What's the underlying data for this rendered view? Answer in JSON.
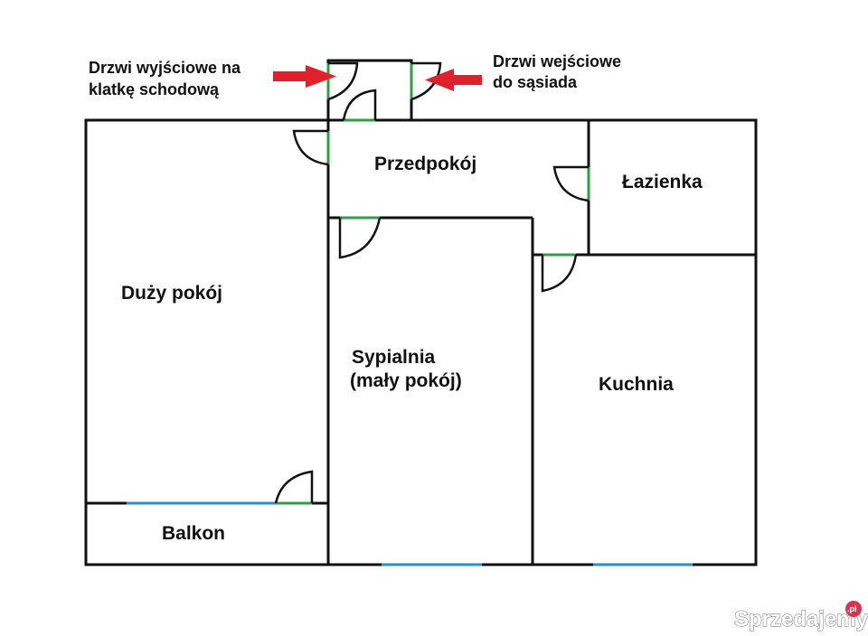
{
  "colors": {
    "wall": "#111111",
    "door_opening": "#2ea043",
    "window": "#2a8fc4",
    "arrow": "#e0202a",
    "watermark_badge": "#e0304a"
  },
  "labels": {
    "exit_door_line1": "Drzwi wyjściowe na",
    "exit_door_line2": "klatkę schodową",
    "neighbor_door_line1": "Drzwi wejściowe",
    "neighbor_door_line2": "do sąsiada"
  },
  "rooms": {
    "hallway": "Przedpokój",
    "bathroom": "Łazienka",
    "living_room": "Duży pokój",
    "bedroom_line1": "Sypialnia",
    "bedroom_line2": "(mały pokój)",
    "kitchen": "Kuchnia",
    "balcony": "Balkon"
  },
  "watermark": {
    "text": "Sprzedajemy",
    "badge": ".pl"
  }
}
